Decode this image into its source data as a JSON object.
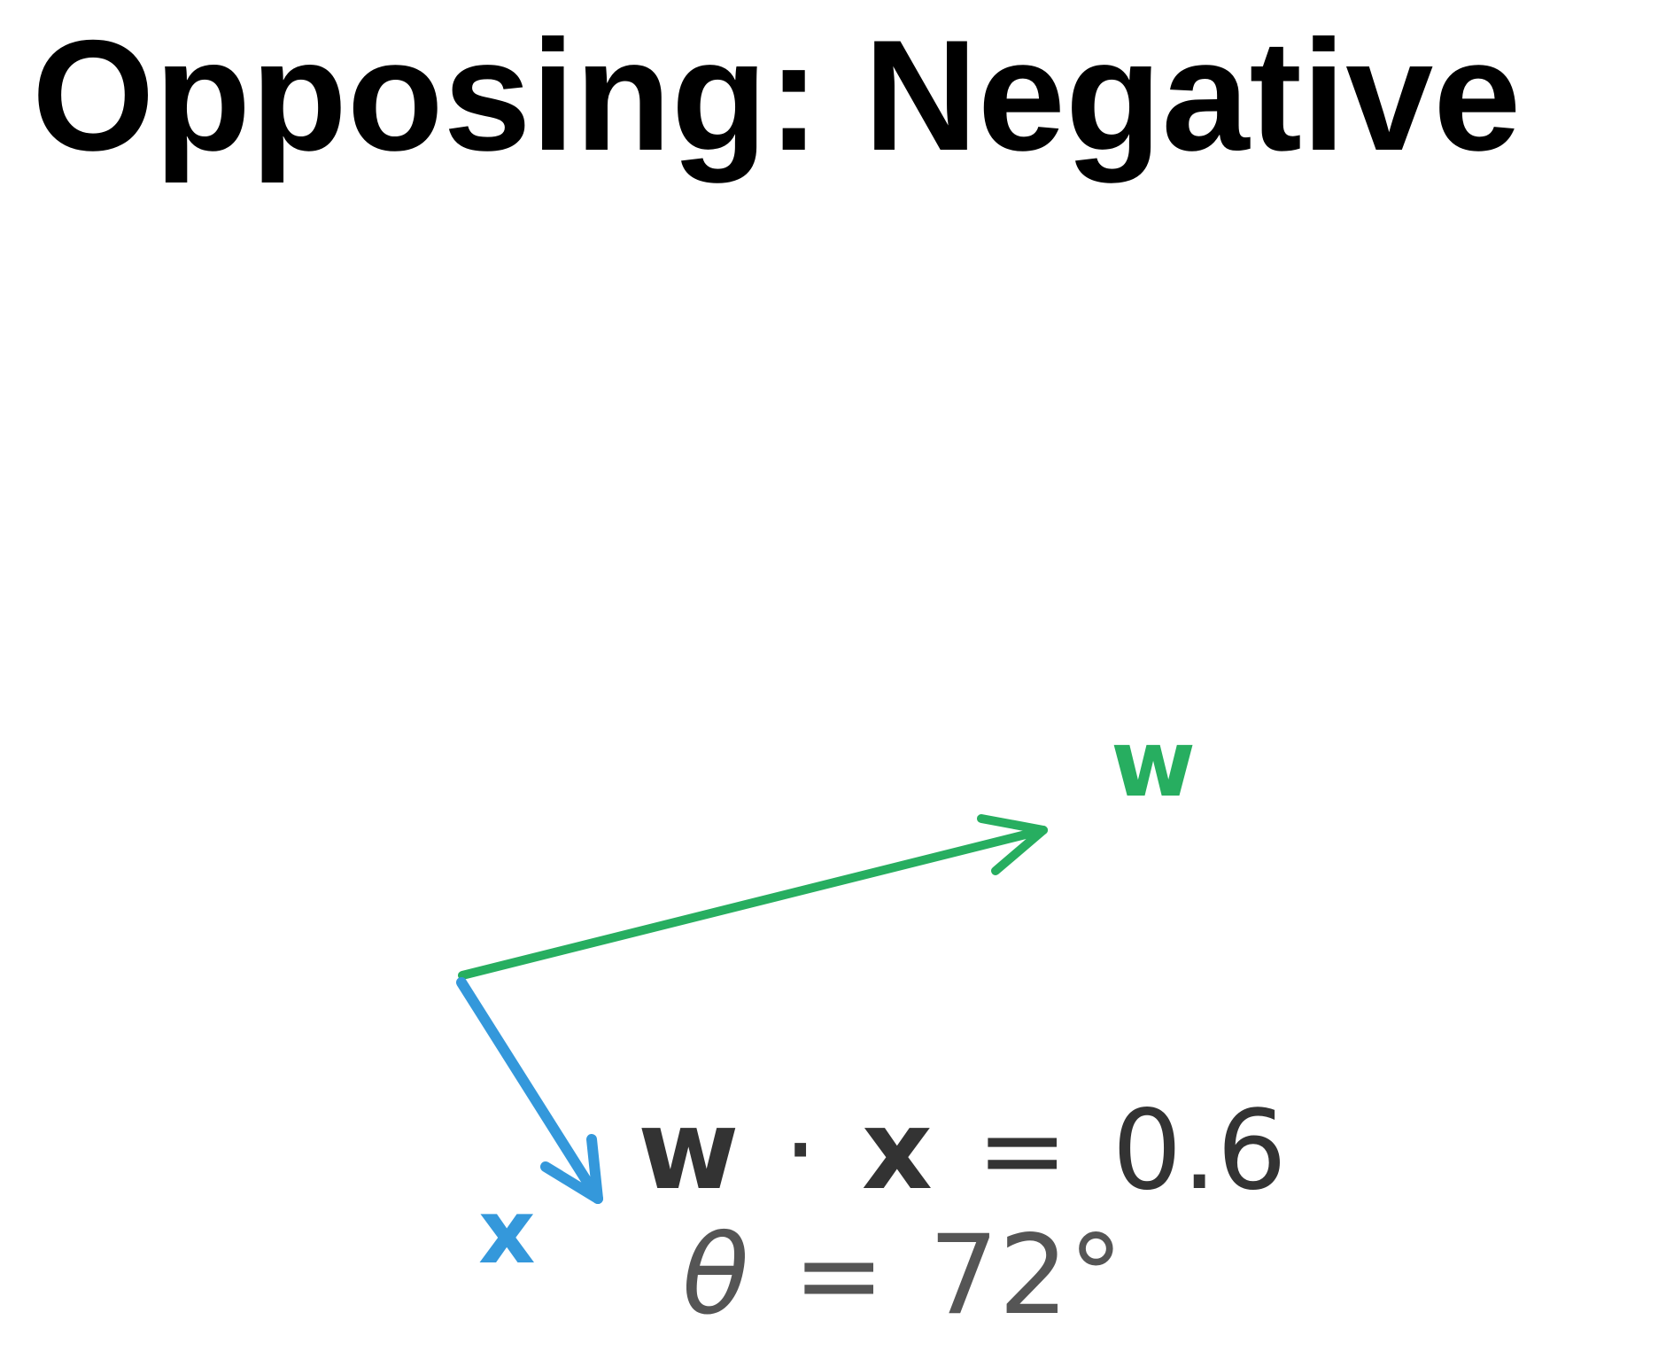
{
  "title": "Opposing: Negative",
  "vectors": {
    "w": {
      "label": "w",
      "color": "#27ae60"
    },
    "x": {
      "label": "x",
      "color": "#3498db"
    }
  },
  "dot_product": {
    "lhs_w": "w",
    "dot": "·",
    "lhs_x": "x",
    "equals": "=",
    "value": "0.6",
    "color": "#333333"
  },
  "angle": {
    "symbol": "θ",
    "equals": "=",
    "value": "72°",
    "color": "#555555"
  }
}
